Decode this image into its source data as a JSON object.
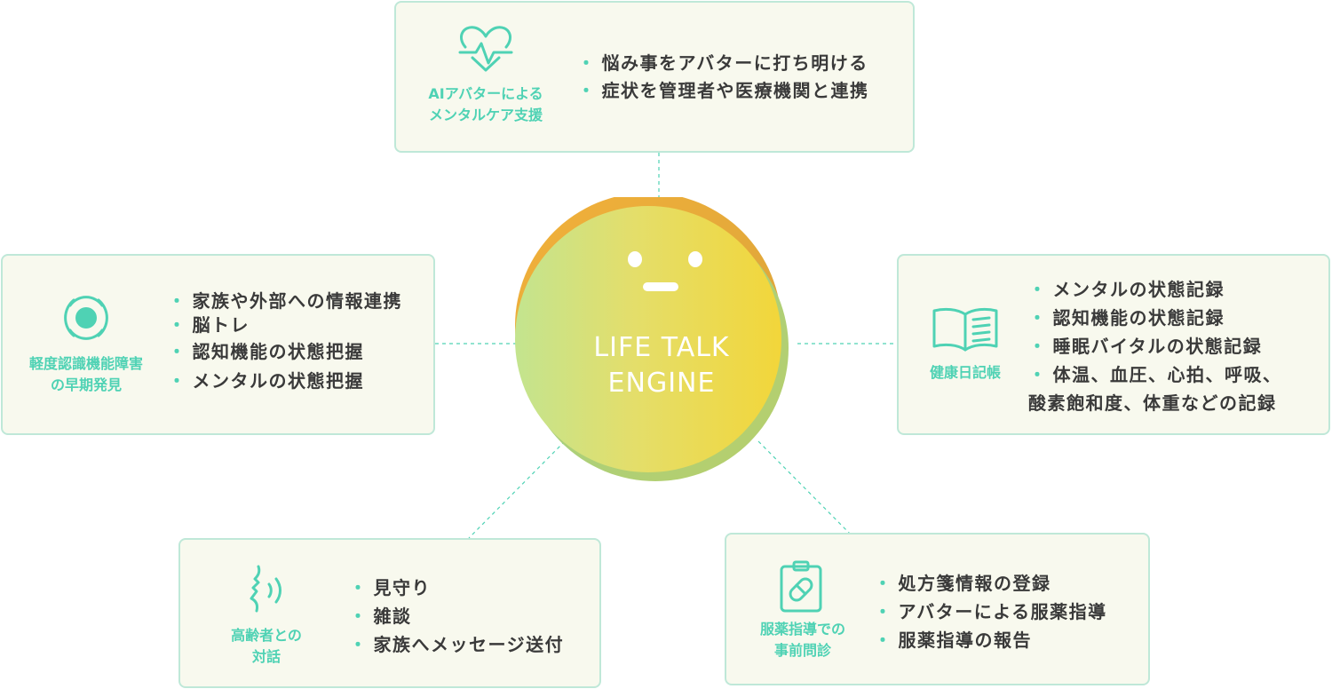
{
  "center": {
    "line1": "LIFE TALK",
    "line2": "ENGINE"
  },
  "colors": {
    "accent": "#4fd2b4",
    "card_bg": "#f8f9ee",
    "card_border": "#bfe8d8",
    "text": "#3a3a3a"
  },
  "cards": {
    "top": {
      "icon": "heart-pulse-icon",
      "caption1": "AIアバターによる",
      "caption2": "メンタルケア支援",
      "items": [
        "悩み事をアバターに打ち明ける",
        "症状を管理者や医療機関と連携"
      ]
    },
    "left": {
      "icon": "radar-target-icon",
      "caption1": "軽度認識機能障害",
      "caption2": "の早期発見",
      "items": [
        "家族や外部への情報連携",
        "脳トレ",
        "認知機能の状態把握",
        "メンタルの状態把握"
      ]
    },
    "right": {
      "icon": "open-book-icon",
      "caption1": "健康日記帳",
      "items": [
        "メンタルの状態記録",
        "認知機能の状態記録",
        "睡眠バイタルの状態記録",
        "体温、血圧、心拍、呼吸、"
      ],
      "continuation": "酸素飽和度、体重などの記録"
    },
    "bottom_left": {
      "icon": "speaking-face-icon",
      "caption1": "高齢者との",
      "caption2": "対話",
      "items": [
        "見守り",
        "雑談",
        "家族へメッセージ送付"
      ]
    },
    "bottom_right": {
      "icon": "medicine-clipboard-icon",
      "caption1": "服薬指導での",
      "caption2": "事前問診",
      "items": [
        "処方箋情報の登録",
        "アバターによる服薬指導",
        "服薬指導の報告"
      ]
    }
  }
}
